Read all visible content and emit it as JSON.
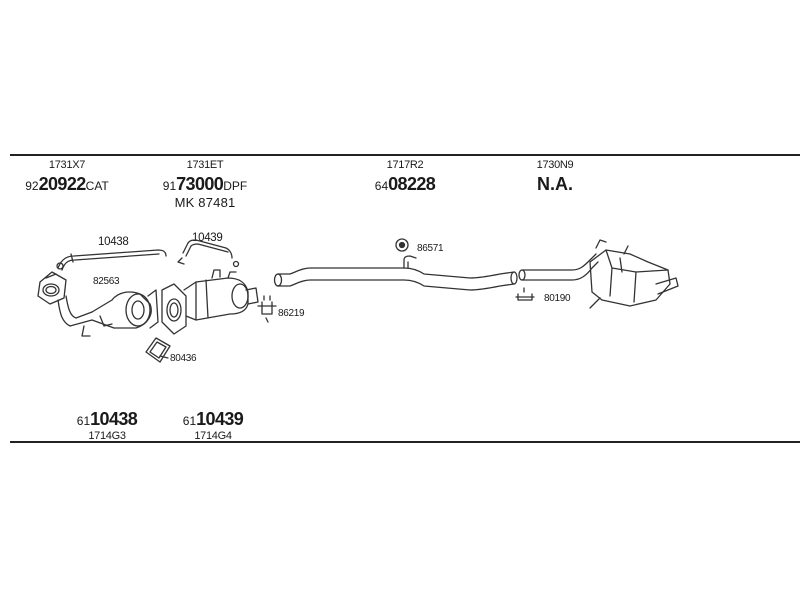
{
  "top_refs": [
    {
      "code": "1731X7",
      "prefix": "92",
      "number": "20922",
      "suffix": "CAT",
      "extra": ""
    },
    {
      "code": "1731ET",
      "prefix": "91",
      "number": "73000",
      "suffix": "DPF",
      "extra": "MK 87481"
    },
    {
      "code": "1717R2",
      "prefix": "64",
      "number": "08228",
      "suffix": "",
      "extra": ""
    },
    {
      "code": "1730N9",
      "prefix": "",
      "number": "",
      "suffix": "",
      "extra": "",
      "text": "N.A."
    }
  ],
  "bottom_refs": [
    {
      "prefix": "61",
      "number": "10438",
      "code": "1714G3"
    },
    {
      "prefix": "61",
      "number": "10439",
      "code": "1714G4"
    }
  ],
  "part_labels": {
    "p10438": "10438",
    "p10439": "10439",
    "p82563": "82563",
    "p80436": "80436",
    "p86219": "86219",
    "p86571": "86571",
    "p80190": "80190"
  }
}
